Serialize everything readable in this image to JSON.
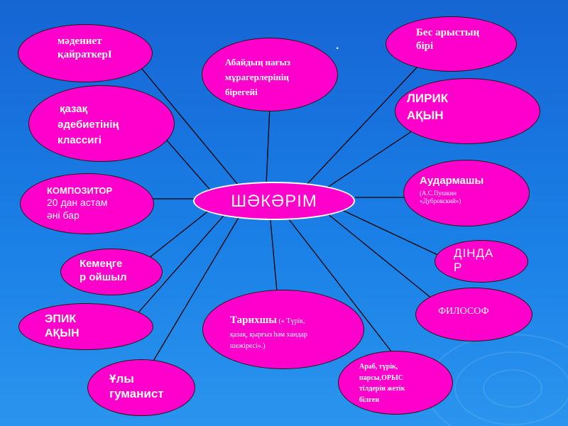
{
  "center": {
    "label": "ШӘКӘРІМ"
  },
  "nodes": {
    "madeniet": {
      "line1": "мәдениет",
      "line2": "қайраткерІ"
    },
    "abai": {
      "line1": "Абайдың нағыз",
      "line2": "мұрагерлерінің",
      "line3": "бірегейі"
    },
    "bes": {
      "line1": "Бес арыстың",
      "line2": "бірі"
    },
    "kazak": {
      "line1": "қазақ",
      "line2": "әдебиетінің",
      "line3": "классигі"
    },
    "lirik": {
      "line1": "ЛИРИК",
      "line2": "АҚЫН"
    },
    "kompozitor": {
      "line1": "КОМПОЗИТОР",
      "line2": "20 дан астам",
      "line3": "әні бар"
    },
    "audarmashy": {
      "line1": "Аудармашы",
      "line2": "(А.С.Пушкин",
      "line3": "«Дубровский»)"
    },
    "kemenger": {
      "line1": "Кемеңге",
      "line2": "р ойшыл"
    },
    "dindar": {
      "line1": "ДІНДА",
      "line2": "Р"
    },
    "epik": {
      "line1": "ЭПИК",
      "line2": "АҚЫН"
    },
    "tarikhshy": {
      "line1": "Тарихшы",
      "line1b": " (« Түрік,",
      "line2": "қазақ, қырғыз һәм хандар",
      "line3": "шежіресі».)"
    },
    "filosof": {
      "line1": "ФИЛОСОФ"
    },
    "ulygumanist": {
      "line1": "Ұлы",
      "line2": "гуманист"
    },
    "arab": {
      "line1": "Араб, түрік,",
      "line2": "парсы,ОРЫС",
      "line3": "тілдерін жетік",
      "line4": "білген"
    }
  },
  "colors": {
    "background": "#1a73dc",
    "node_fill": "#ff00cc",
    "node_text": "#ffffff",
    "connector": "#000000"
  }
}
